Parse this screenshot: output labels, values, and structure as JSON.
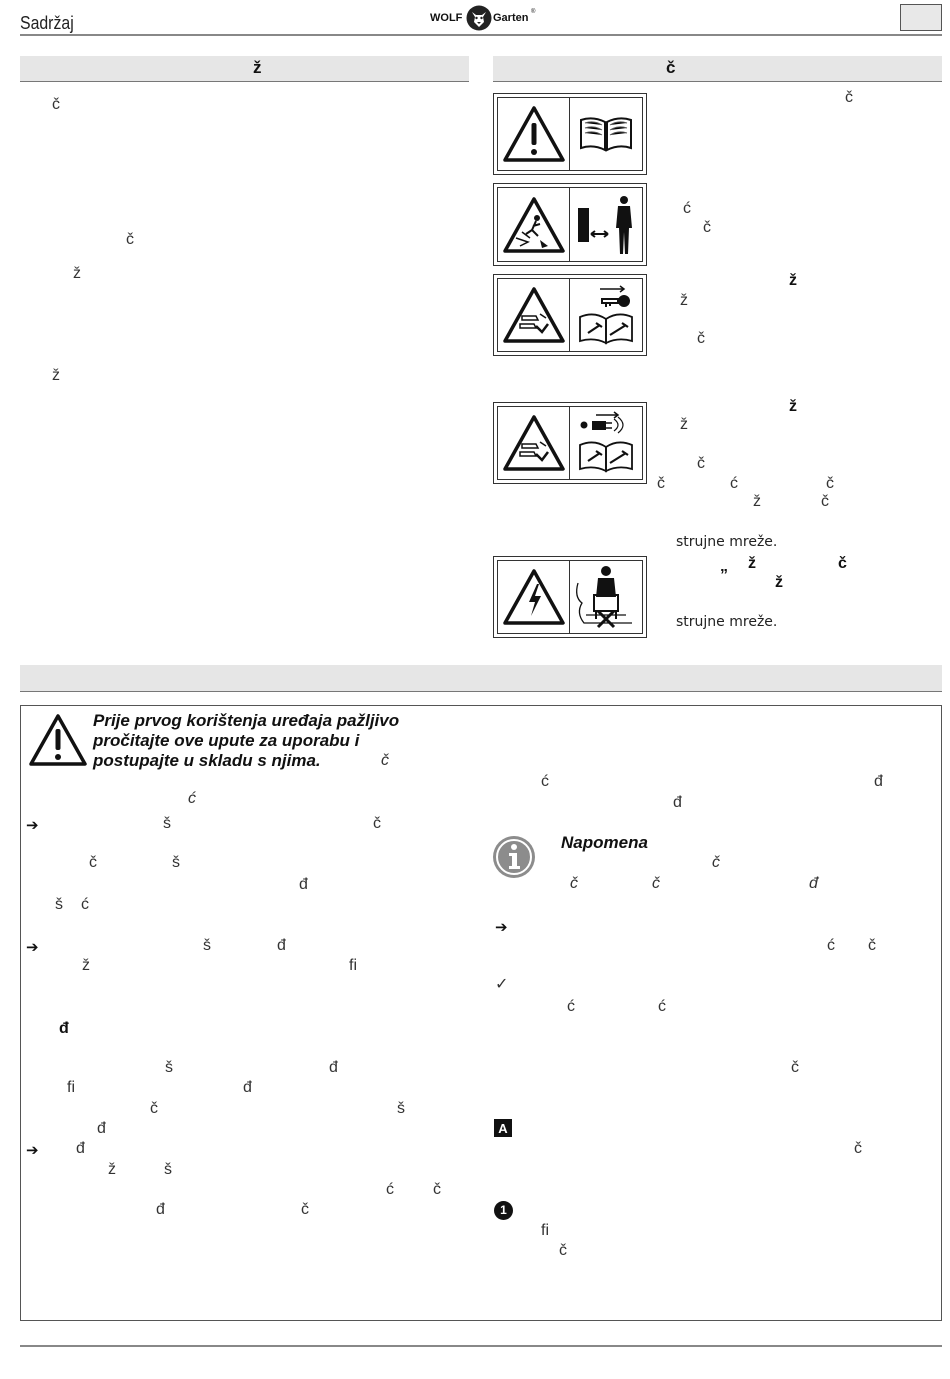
{
  "header": {
    "title": "Sadržaj",
    "brand_left": "WOLF",
    "brand_right": "Garten",
    "brand_reg": "®"
  },
  "left_section": {
    "heading": "ž",
    "fragments": [
      "č",
      "č",
      "ž",
      "ž"
    ]
  },
  "right_section": {
    "heading": "č",
    "symbols": [
      {
        "icons": [
          "warning-icon",
          "manual-book-icon"
        ],
        "fragments": [
          "č"
        ]
      },
      {
        "icons": [
          "flying-debris-warning-icon",
          "keep-distance-person-icon"
        ],
        "fragments": [
          "ć",
          "č"
        ]
      },
      {
        "icons": [
          "rotating-blade-warning-icon",
          "remove-key-manual-icon"
        ],
        "fragments": [
          "ž",
          "ž",
          "č"
        ]
      },
      {
        "icons": [
          "rotating-blade-warning-icon",
          "unplug-manual-icon"
        ],
        "fragments": [
          "ž",
          "ž",
          "č",
          "č",
          "ć",
          "č",
          "ž",
          "č"
        ],
        "extra": "strujne mreže."
      },
      {
        "icons": [
          "electric-shock-warning-icon",
          "cable-under-mower-icon"
        ],
        "fragments": [
          "„",
          "ž",
          "č",
          "ž"
        ],
        "extra": "strujne mreže."
      }
    ]
  },
  "safety_box": {
    "warning_title_line1": "Prije prvog korištenja uređaja pažljivo",
    "warning_title_line2": "pročitajte ove upute za uporabu i",
    "warning_title_line3": "postupajte u skladu s njima.",
    "warning_title_tail": "č",
    "left_fragments": [
      "ć",
      "š",
      "č",
      "č",
      "š",
      "đ",
      "š",
      "ć",
      "š",
      "đ",
      "ž",
      "fi",
      "đ",
      "š",
      "đ",
      "fi",
      "đ",
      "č",
      "š",
      "đ",
      "đ",
      "ž",
      "š",
      "ć",
      "č",
      "đ",
      "č"
    ],
    "note_title": "Napomena",
    "note_fragments": [
      "č",
      "č",
      "č",
      "đ"
    ],
    "right_fragments": [
      "ć",
      "đ",
      "đ",
      "ć",
      "č",
      "ć",
      "ć",
      "č",
      "č",
      "fi",
      "č"
    ],
    "check_mark": "✓",
    "badge_letter": "A",
    "badge_number": "1",
    "arrow_glyph": "➔"
  }
}
